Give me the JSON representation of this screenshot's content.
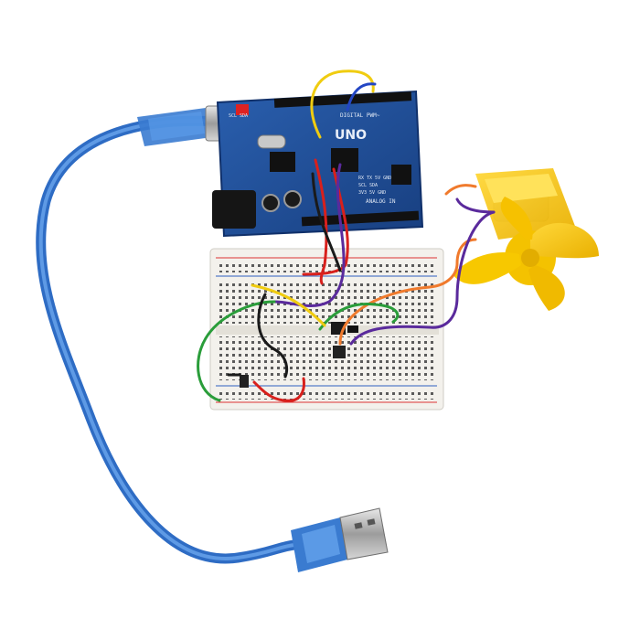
{
  "board": {
    "model_label": "UNO",
    "header_label": "DIGITAL PWM~",
    "analog_label": "ANALOG IN",
    "i2c_label": "SCL SDA",
    "power_label": "RX TX 5V GND",
    "small_label": "3V3 5V GND",
    "aref_label": "SCL SDA"
  },
  "colors": {
    "pcb": "#1f4f9a",
    "cable": "#3b7fd6",
    "fan": "#f5c400",
    "breadboard": "#f3f1ec",
    "wire_red": "#d8201c",
    "wire_green": "#2a9d3a",
    "wire_yellow": "#f0cc10",
    "wire_purple": "#5a2a9c",
    "wire_orange": "#f07a2c",
    "wire_black": "#1a1a1a",
    "wire_blue": "#2346c4"
  }
}
